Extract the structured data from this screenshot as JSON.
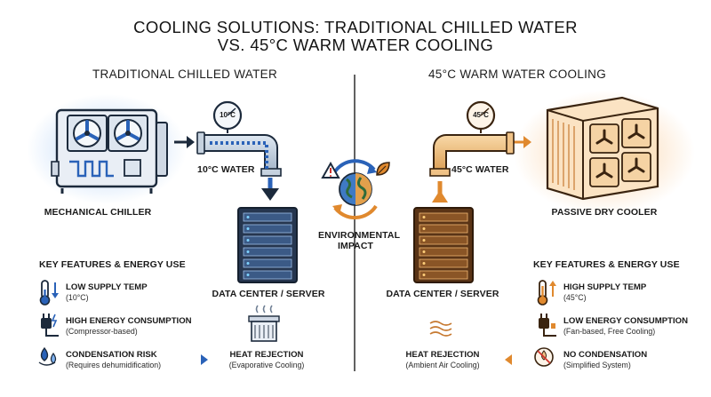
{
  "title_line1": "COOLING SOLUTIONS: TRADITIONAL CHILLED WATER",
  "title_line2": "VS. 45°C WARM WATER COOLING",
  "left": {
    "heading": "TRADITIONAL CHILLED WATER",
    "chiller_label": "MECHANICAL CHILLER",
    "gauge_text": "10°C",
    "water_label": "10°C WATER",
    "server_label": "DATA CENTER / SERVER",
    "features_heading": "KEY FEATURES & ENERGY USE",
    "features": [
      {
        "title": "LOW SUPPLY TEMP",
        "sub": "(10°C)"
      },
      {
        "title": "HIGH ENERGY CONSUMPTION",
        "sub": "(Compressor-based)"
      },
      {
        "title": "CONDENSATION RISK",
        "sub": "(Requires dehumidification)"
      }
    ],
    "rejection_title": "HEAT REJECTION",
    "rejection_sub": "(Evaporative Cooling)",
    "accent": "#2a62b8"
  },
  "right": {
    "heading": "45°C WARM WATER COOLING",
    "cooler_label": "PASSIVE DRY COOLER",
    "gauge_text": "45°C",
    "water_label": "45°C WATER",
    "server_label": "DATA CENTER / SERVER",
    "features_heading": "KEY FEATURES & ENERGY USE",
    "features": [
      {
        "title": "HIGH SUPPLY TEMP",
        "sub": "(45°C)"
      },
      {
        "title": "LOW ENERGY CONSUMPTION",
        "sub": "(Fan-based, Free Cooling)"
      },
      {
        "title": "NO CONDENSATION",
        "sub": "(Simplified System)"
      }
    ],
    "rejection_title": "HEAT REJECTION",
    "rejection_sub": "(Ambient Air Cooling)",
    "accent": "#e0892e"
  },
  "center": {
    "impact_line1": "ENVIRONMENTAL",
    "impact_line2": "IMPACT"
  },
  "icons": [
    "chiller-unit-icon",
    "dry-cooler-icon",
    "thermometer-icon",
    "plug-icon",
    "droplets-icon",
    "evaporative-tower-icon",
    "air-waves-icon",
    "no-condensation-icon",
    "globe-icon",
    "warning-icon",
    "leaf-icon",
    "server-rack-icon",
    "pressure-gauge-icon"
  ]
}
